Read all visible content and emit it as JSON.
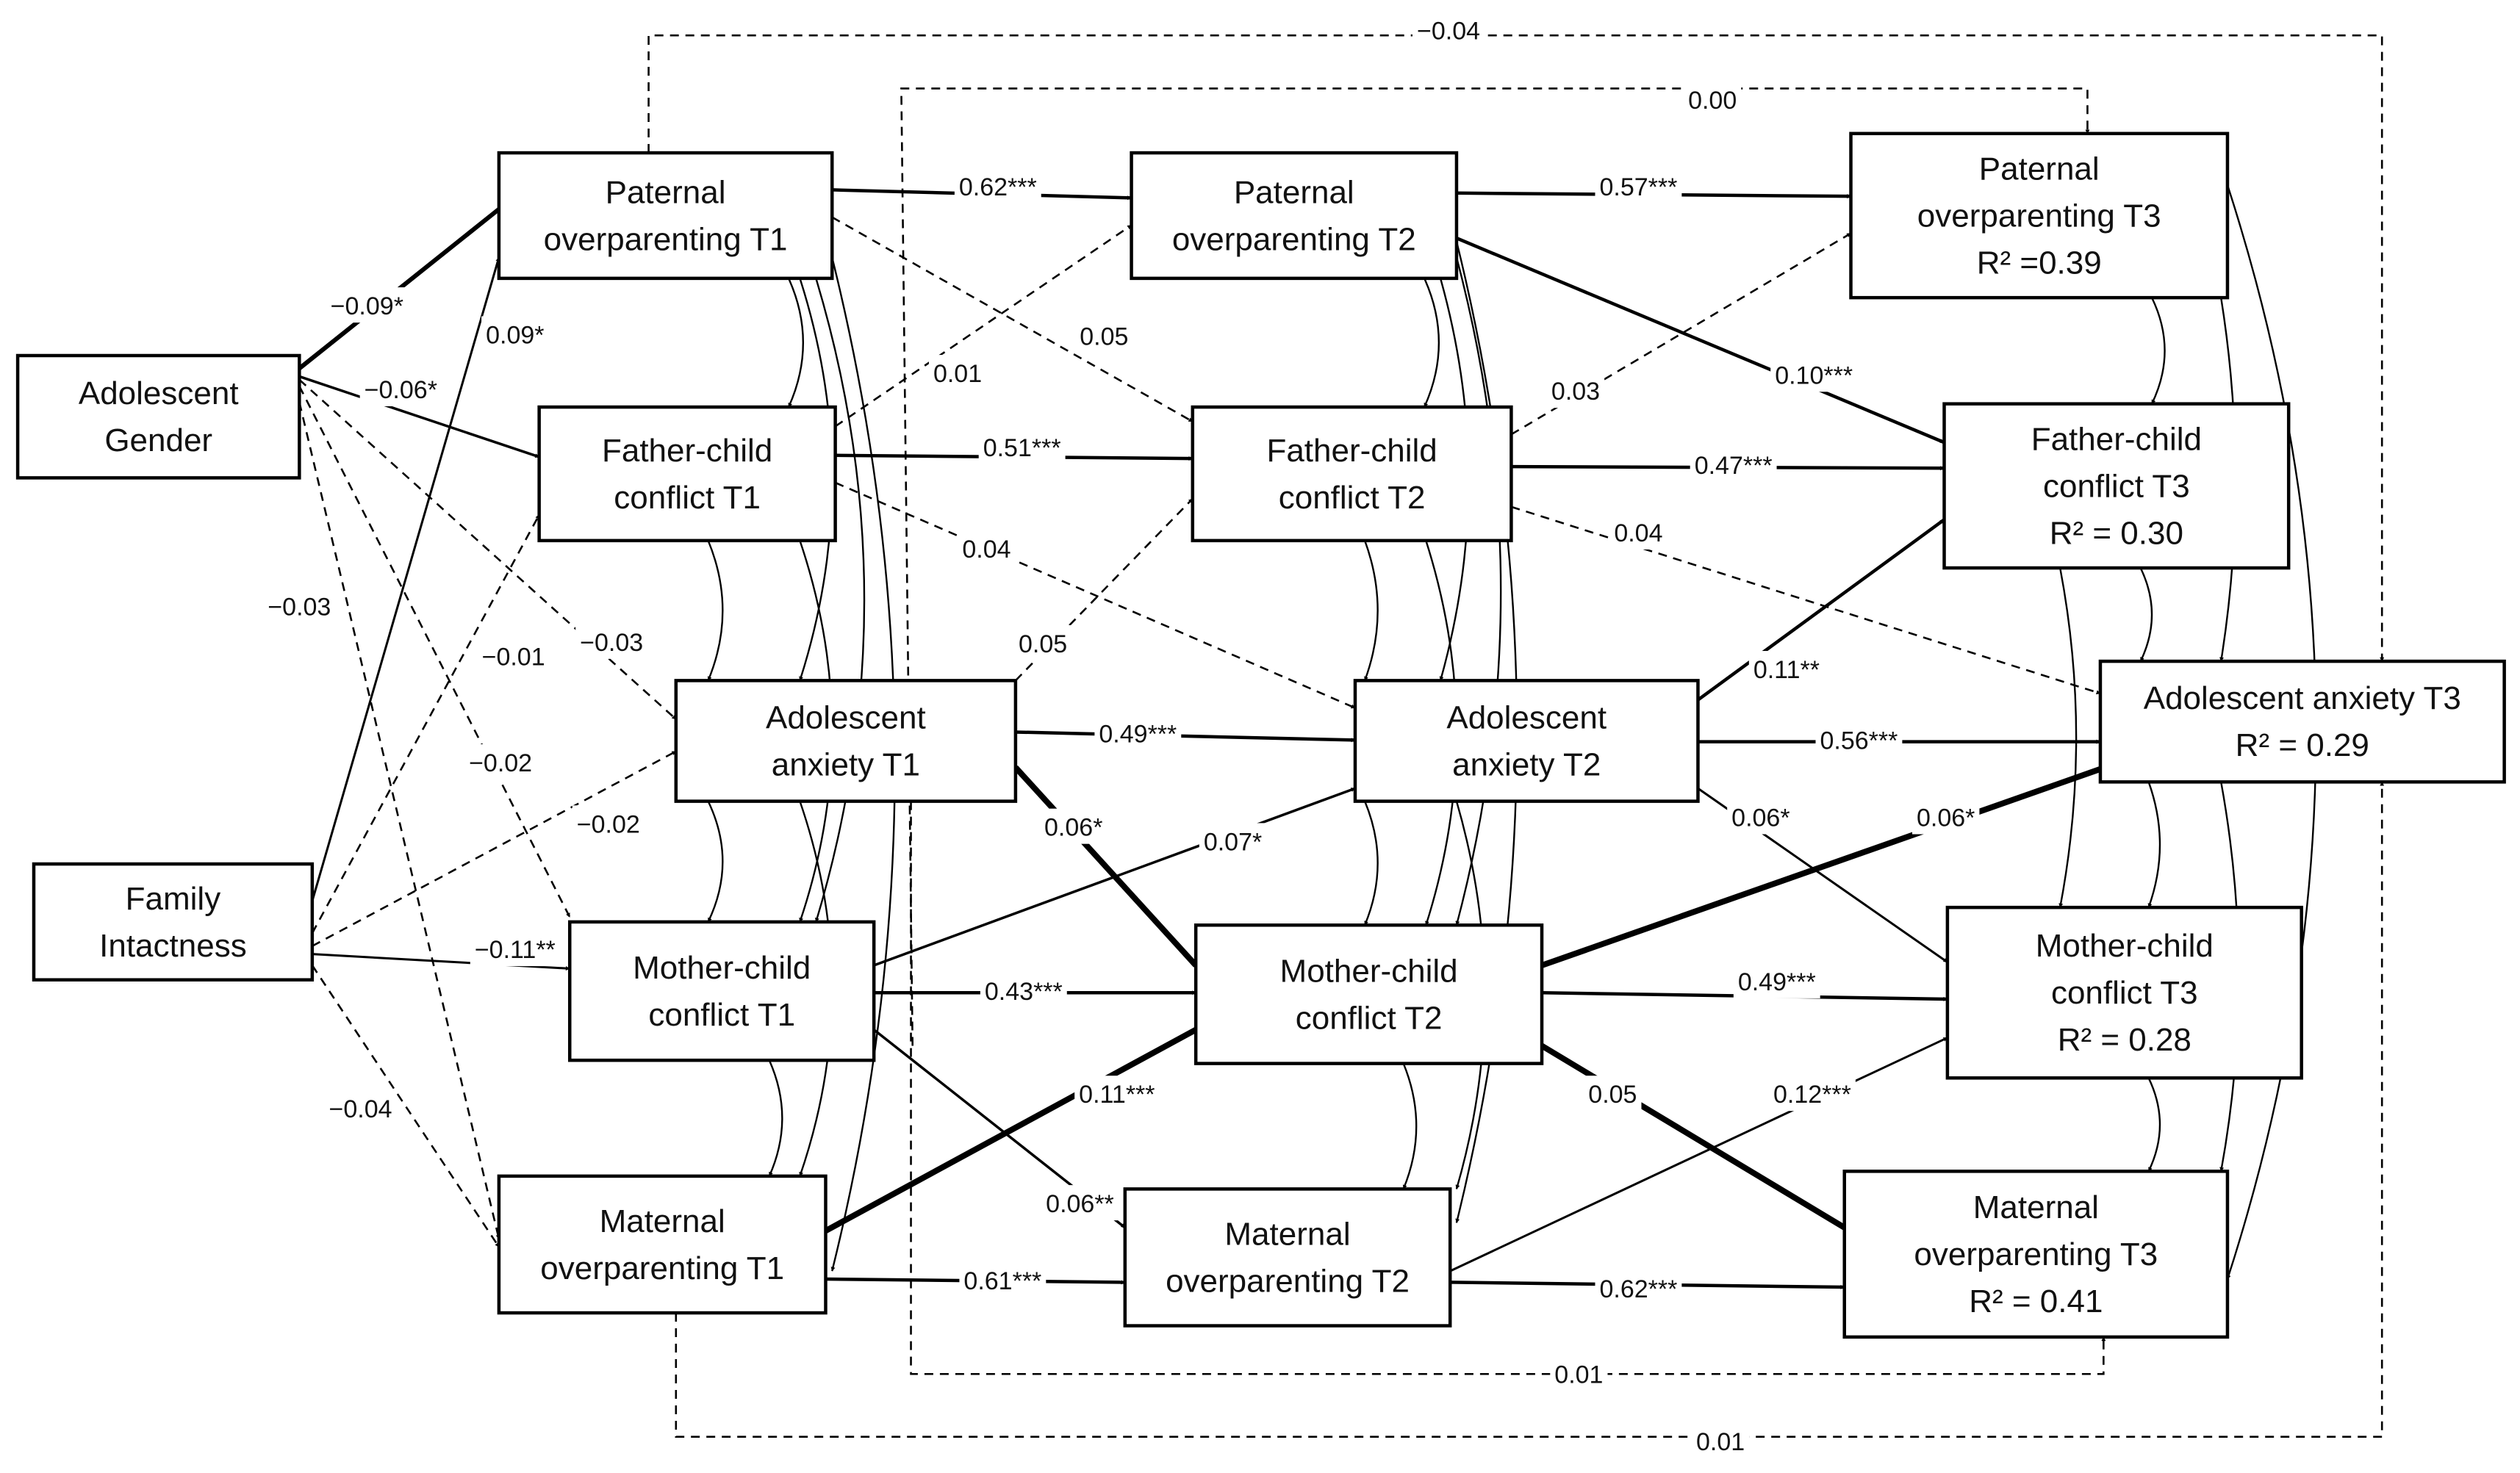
{
  "nodes": {
    "gender": {
      "lines": [
        "Adolescent",
        "Gender"
      ]
    },
    "intact": {
      "lines": [
        "Family",
        "Intactness"
      ]
    },
    "po1": {
      "lines": [
        "Paternal",
        "overparenting T1"
      ]
    },
    "fc1": {
      "lines": [
        "Father-child",
        "conflict T1"
      ]
    },
    "aa1": {
      "lines": [
        "Adolescent",
        "anxiety T1"
      ]
    },
    "mc1": {
      "lines": [
        "Mother-child",
        "conflict T1"
      ]
    },
    "mo1": {
      "lines": [
        "Maternal",
        "overparenting T1"
      ]
    },
    "po2": {
      "lines": [
        "Paternal",
        "overparenting T2"
      ]
    },
    "fc2": {
      "lines": [
        "Father-child",
        "conflict T2"
      ]
    },
    "aa2": {
      "lines": [
        "Adolescent",
        "anxiety T2"
      ]
    },
    "mc2": {
      "lines": [
        "Mother-child",
        "conflict T2"
      ]
    },
    "mo2": {
      "lines": [
        "Maternal",
        "overparenting T2"
      ]
    },
    "po3": {
      "lines": [
        "Paternal",
        "overparenting T3",
        "R² =0.39"
      ]
    },
    "fc3": {
      "lines": [
        "Father-child",
        "conflict T3",
        "R² = 0.30"
      ]
    },
    "aa3": {
      "lines": [
        "Adolescent anxiety T3",
        "R² = 0.29"
      ]
    },
    "mc3": {
      "lines": [
        "Mother-child",
        "conflict T3",
        "R² = 0.28"
      ]
    },
    "mo3": {
      "lines": [
        "Maternal",
        "overparenting T3",
        "R² = 0.41"
      ]
    }
  },
  "coefficients": {
    "top_outer": "−0.04",
    "top_inner": "0.00",
    "bottom_inner": "0.01",
    "bottom_outer": "0.01",
    "po1_po2": "0.62***",
    "po2_po3": "0.57***",
    "fc1_fc2": "0.51***",
    "fc2_fc3": "0.47***",
    "aa1_aa2": "0.49***",
    "aa2_aa3": "0.56***",
    "mc1_mc2": "0.43***",
    "mc2_mc3": "0.49***",
    "mo1_mo2": "0.61***",
    "mo2_mo3": "0.62***",
    "gender_po1": "−0.09*",
    "gender_fc1": "−0.06*",
    "intact_po1": "0.09*",
    "gender_mo1": "−0.03",
    "gender_mc1": "−0.01",
    "gender_aa1": "−0.03",
    "intact_fc1": "−0.02",
    "intact_aa1": "−0.02",
    "intact_mc1": "−0.11**",
    "intact_mo1": "−0.04",
    "po1_fc2": "0.05",
    "fc1_po2": "0.01",
    "fc1_aa2": "0.04",
    "aa1_fc2": "0.05",
    "aa1_mc2": "0.06*",
    "mc1_aa2": "0.07*",
    "mo1_mc2": "0.11***",
    "mc1_mo2": "0.06**",
    "po2_fc3": "0.10***",
    "fc2_po3": "0.03",
    "fc2_aa3": "0.04",
    "mc2_fc3": "0.11**",
    "aa2_mc3": "0.06*",
    "mc2_aa3": "0.06*",
    "mc2_mo3": "0.05",
    "mo2_mc3": "0.12***"
  }
}
